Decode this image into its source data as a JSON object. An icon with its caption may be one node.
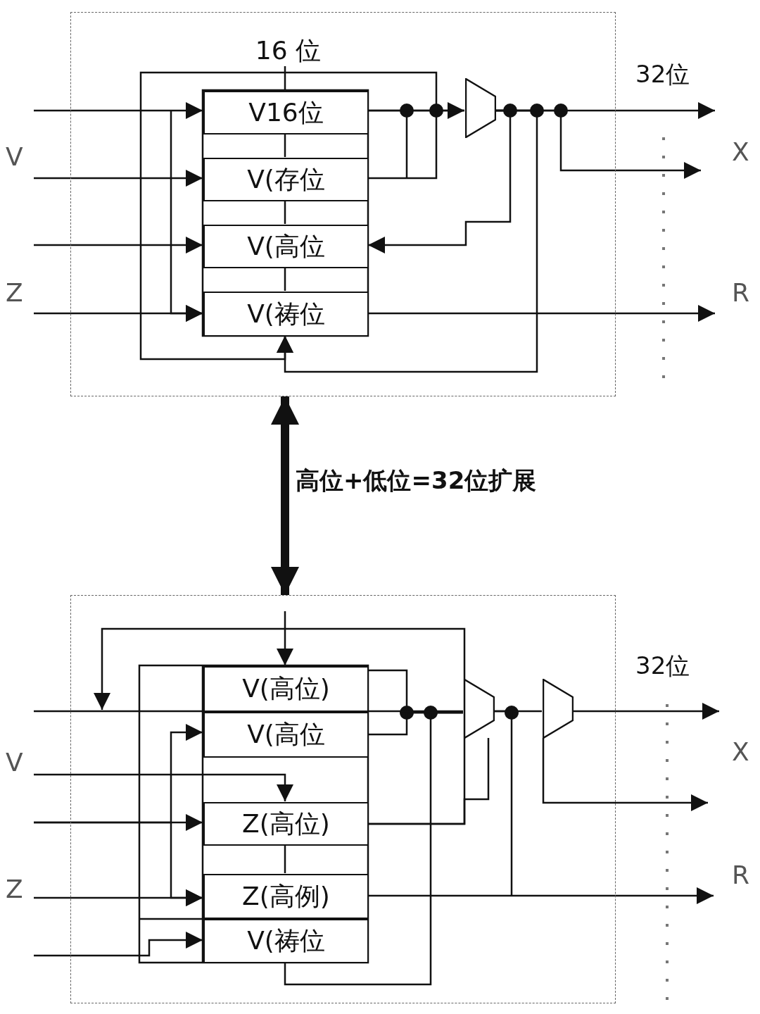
{
  "diagram": {
    "nodes": [
      {
        "text": [],
        "shape": "box"
      },
      {
        "text": [
          "V16位"
        ],
        "in": 0
      },
      {
        "text": [
          "V(存位"
        ],
        "in": 0
      },
      {
        "text": [
          "V(高位"
        ],
        "in": 0
      },
      {
        "text": [
          "V(祷位"
        ],
        "in": 0
      },
      {
        "text": [],
        "shape": "trapezoid",
        "in": 0
      },
      {
        "text": [],
        "shape": "box"
      },
      {
        "text": [
          "V(高位)"
        ],
        "in": 6
      },
      {
        "text": [
          "V(高位"
        ],
        "in": 6
      },
      {
        "text": [
          "Z(高位)"
        ],
        "in": 6
      },
      {
        "text": [
          "Z(高例)"
        ],
        "in": 6
      },
      {
        "text": [
          "V(祷位"
        ],
        "in": 6
      },
      {
        "text": [],
        "shape": "trapezoid",
        "in": 6
      },
      {
        "text": [],
        "shape": "trapezoid",
        "in": 6
      },
      {
        "text": [
          "16 位"
        ],
        "in": 0
      }
    ],
    "edges": [
      {
        "from": null,
        "to": 1,
        "arrow": "to"
      },
      {
        "from": null,
        "to": 2,
        "arrow": "to"
      },
      {
        "from": null,
        "to": 3,
        "arrow": "to"
      },
      {
        "from": null,
        "to": 4,
        "arrow": "to"
      },
      {
        "from": null,
        "to": 4,
        "arrow": "to"
      },
      {
        "from": 14,
        "to": 1,
        "arrow": "none"
      },
      {
        "from": 1,
        "to": 5,
        "arrow": "to"
      },
      {
        "from": 2,
        "to": 5,
        "arrow": "none"
      },
      {
        "from": 5,
        "to": null,
        "arrow": "to"
      },
      {
        "from": 5,
        "to": null,
        "arrow": "to"
      },
      {
        "from": 5,
        "to": 3,
        "arrow": "to"
      },
      {
        "from": 5,
        "to": 4,
        "arrow": "to"
      },
      {
        "from": 1,
        "to": 4,
        "arrow": "to"
      },
      {
        "from": 4,
        "to": null,
        "arrow": "to"
      },
      {
        "from": 0,
        "to": 6,
        "arrow": "both",
        "style": "thick",
        "label": "高位+低位=32位扩展"
      },
      {
        "from": null,
        "to": 7,
        "arrow": "to"
      },
      {
        "from": 7,
        "to": 12,
        "arrow": "none"
      },
      {
        "from": 8,
        "to": 12,
        "arrow": "none"
      },
      {
        "from": null,
        "to": 12,
        "arrow": "none"
      },
      {
        "from": 9,
        "to": null,
        "arrow": "to"
      },
      {
        "from": null,
        "to": 8,
        "arrow": "to"
      },
      {
        "from": null,
        "to": 9,
        "arrow": "to"
      },
      {
        "from": null,
        "to": 10,
        "arrow": "to"
      },
      {
        "from": null,
        "to": 10,
        "arrow": "to"
      },
      {
        "from": null,
        "to": 9,
        "arrow": "to"
      },
      {
        "from": null,
        "to": 11,
        "arrow": "to"
      },
      {
        "from": 11,
        "to": 12,
        "arrow": "none"
      },
      {
        "from": 12,
        "to": 13,
        "arrow": "none"
      },
      {
        "from": 12,
        "to": 9,
        "arrow": "none"
      },
      {
        "from": 12,
        "to": null,
        "arrow": "none"
      },
      {
        "from": 10,
        "to": null,
        "arrow": "to"
      },
      {
        "from": 13,
        "to": null,
        "arrow": "to"
      },
      {
        "from": 13,
        "to": null,
        "arrow": "to"
      },
      {
        "from": 1,
        "to": 2,
        "arrow": "none"
      },
      {
        "from": 2,
        "to": 3,
        "arrow": "none"
      },
      {
        "from": 3,
        "to": 4,
        "arrow": "none"
      },
      {
        "from": 9,
        "to": 10,
        "arrow": "none"
      }
    ],
    "labels": [
      "32位",
      "V",
      "X",
      "Z",
      "R",
      "32位",
      "V",
      "X",
      "Z",
      "R"
    ]
  }
}
